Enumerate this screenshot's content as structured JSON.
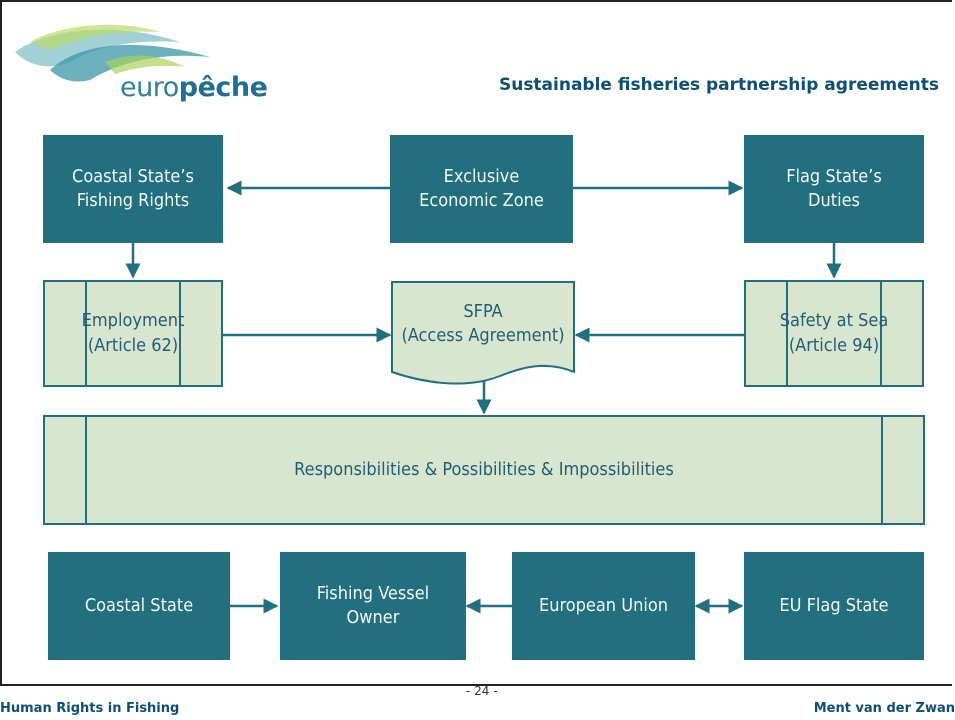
{
  "header": {
    "logo_text_light": "euro",
    "logo_text_bold": "pêche",
    "title": "Sustainable fisheries partnership agreements"
  },
  "diagram": {
    "coastal_rights": [
      "Coastal State’s",
      "Fishing Rights"
    ],
    "eez": [
      "Exclusive",
      "Economic Zone"
    ],
    "flag_duties": [
      "Flag State’s",
      "Duties"
    ],
    "employment": [
      "Employment",
      "(Article 62)"
    ],
    "sfpa": [
      "SFPA",
      "(Access Agreement)"
    ],
    "safety": [
      "Safety at Sea",
      "(Article 94)"
    ],
    "responsibilities": "Responsibilities & Possibilities & Impossibilities",
    "coastal_state": "Coastal State",
    "vessel_owner": [
      "Fishing Vessel",
      "Owner"
    ],
    "eu": "European Union",
    "eu_flag": "EU Flag State"
  },
  "footer": {
    "left": "Human Rights in Fishing",
    "page": "- 24 -",
    "right": "Ment van der Zwan"
  },
  "colors": {
    "dark_box": "#226f80",
    "light_box": "#d8e6cf",
    "title": "#0d4f76"
  }
}
